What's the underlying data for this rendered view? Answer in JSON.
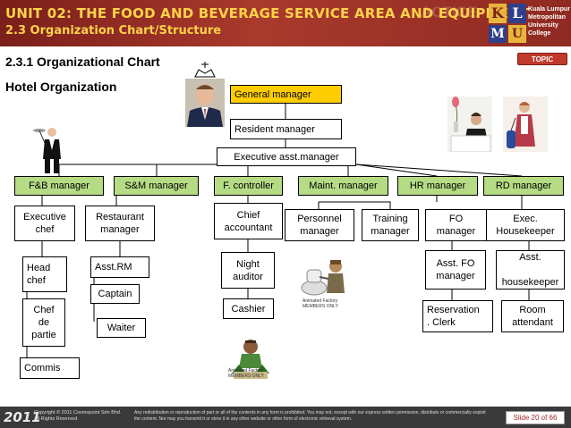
{
  "header": {
    "title": "UNIT 02: THE FOOD AND BEVERAGE SERVICE AREA AND EQUIPMENT",
    "subtitle": "2.3 Organization Chart/Structure",
    "logo": {
      "letters": [
        "K",
        "L",
        "M",
        "U"
      ],
      "lines": [
        "Kuala Lumpur",
        "Metropolitan",
        "University",
        "College"
      ]
    }
  },
  "section_title": "2.3.1 Organizational Chart",
  "hotel_label": "Hotel Organization",
  "topic_button": "TOPIC",
  "chart": {
    "general_manager": "General manager",
    "resident_manager": "Resident manager",
    "exec_asst_manager": "Executive asst.manager",
    "fb_manager": "F&B manager",
    "sm_manager": "S&M manager",
    "f_controller": "F. controller",
    "maint_manager": "Maint. manager",
    "hr_manager": "HR manager",
    "rd_manager": "RD manager",
    "executive_chef": "Executive\nchef",
    "head_chef": "Head\nchef",
    "chef_de_partie": "Chef\nde\npartie",
    "commis": "Commis",
    "restaurant_manager": "Restaurant\nmanager",
    "asst_rm": "Asst.RM",
    "captain": "Captain",
    "waiter": "Waiter",
    "chief_accountant": "Chief\naccountant",
    "night_auditor": "Night\nauditor",
    "cashier": "Cashier",
    "personnel_manager": "Personnel\nmanager",
    "training_manager": "Training\nmanager",
    "fo_manager": "FO\nmanager",
    "asst_fo_manager": "Asst. FO\nmanager",
    "reservation_clerk": "Reservation\n. Clerk",
    "exec_housekeeper": "Exec.\nHousekeeper",
    "asst_housekeeper": "Asst.\n\nhousekeeper",
    "room_attendant": "Room\nattendant"
  },
  "clipart_captions": {
    "maint": "Animated Factory\nMEMBERS ONLY",
    "hr": "Animated Factory\nMEMBERS ONLY"
  },
  "colors": {
    "header_bg": "#a52a2a",
    "header_text": "#ffd24a",
    "gm_box": "#ffcc00",
    "dept_box": "#b5dc84"
  },
  "footer": {
    "year": "2011",
    "copyright": "Copyright © 2011 Cosmopoint Sdn Bhd.\nAll Rights Reserved",
    "notice": "Any redistribution or reproduction of part or all of the contents in any form is prohibited. You may not, except with our express written permission, distribute or commercially exploit the content. Nor may you transmit it or store it in any other website or other form of electronic retrieval system.",
    "slide": "Slide 20 of 66"
  }
}
